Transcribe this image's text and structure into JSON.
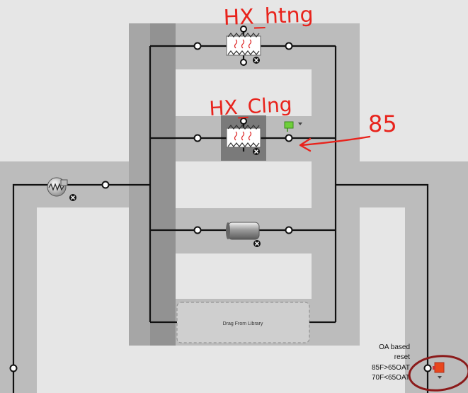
{
  "drop_zone": {
    "label": "Drag From Library"
  },
  "setpoint_note": {
    "lines": [
      "OA based",
      "reset",
      "85F>65OAT",
      "70F<65OAT"
    ]
  },
  "annotations": {
    "heating": "HX_htng",
    "cooling": "HX_Clng",
    "value": "85"
  },
  "colors": {
    "pipe": "#111111",
    "frame": "#bcbcbc",
    "canvas": "#e6e6e6",
    "annotation": "#e8231c",
    "circle_annotation": "#8b1a1a",
    "sensor": "#e8461c"
  }
}
